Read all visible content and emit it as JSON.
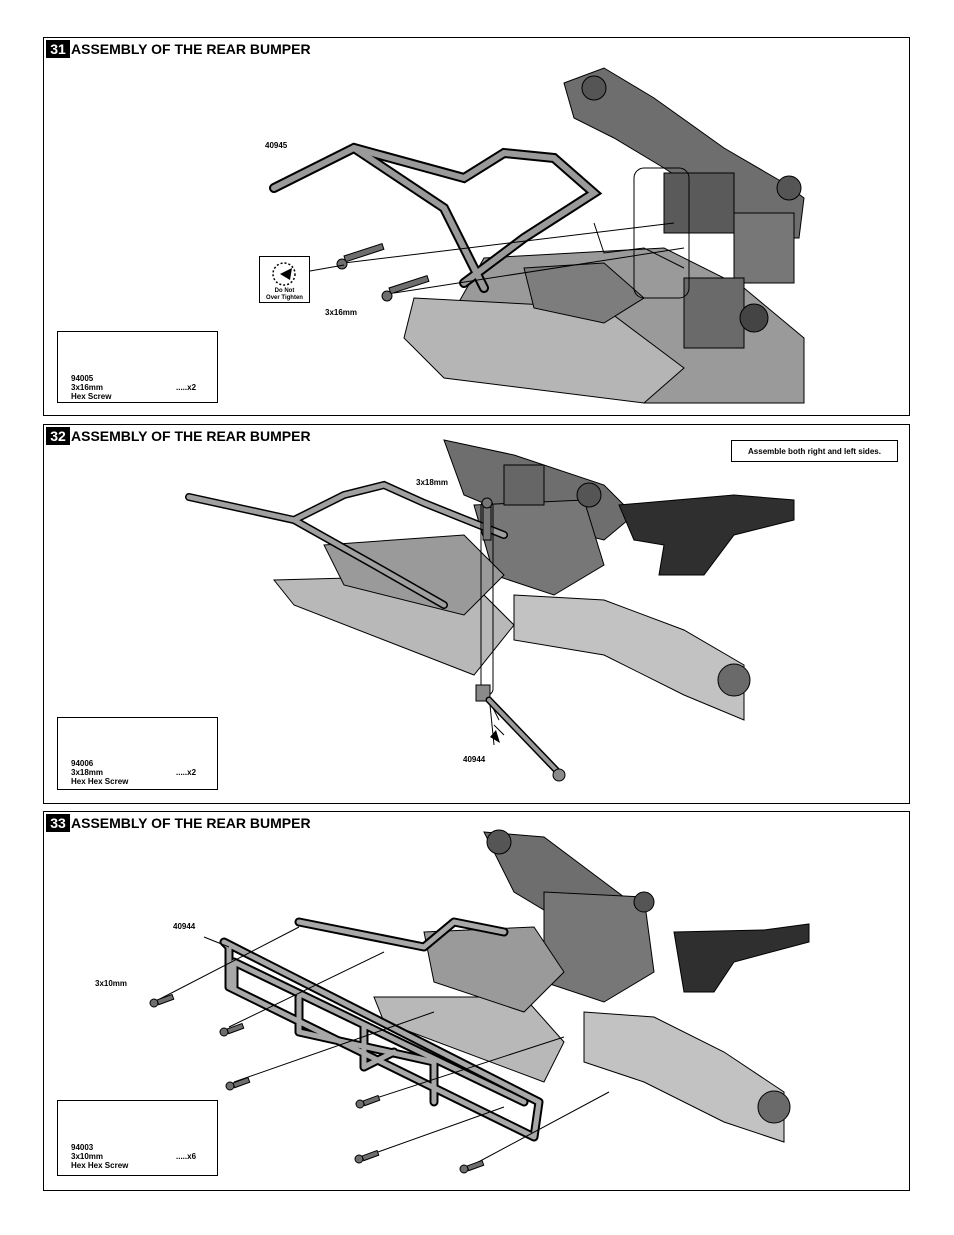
{
  "steps": [
    {
      "number": "31",
      "title": "ASSEMBLY OF THE REAR BUMPER",
      "labels": {
        "part": "40945",
        "screw": "3x16mm"
      },
      "do_not_over_tighten": {
        "line1": "Do Not",
        "line2": "Over Tighten",
        "icon": "torque-warning-icon"
      },
      "parts": {
        "part_number": "94005",
        "size": "3x16mm",
        "name": "Hex Screw",
        "qty": ".....x2"
      }
    },
    {
      "number": "32",
      "title": "ASSEMBLY OF THE REAR BUMPER",
      "note": "Assemble both right and left sides.",
      "labels": {
        "screw": "3x18mm",
        "part": "40944"
      },
      "parts": {
        "part_number": "94006",
        "size": "3x18mm",
        "name": "Hex Hex Screw",
        "qty": ".....x2"
      }
    },
    {
      "number": "33",
      "title": "ASSEMBLY OF THE REAR BUMPER",
      "labels": {
        "part": "40944",
        "screw": "3x10mm"
      },
      "parts": {
        "part_number": "94003",
        "size": "3x10mm",
        "name": "Hex Hex Screw",
        "qty": ".....x6"
      }
    }
  ],
  "colors": {
    "line": "#000000",
    "part_fill": "#8a8a8a",
    "part_dark": "#3a3a3a",
    "part_light": "#c8c8c8"
  }
}
